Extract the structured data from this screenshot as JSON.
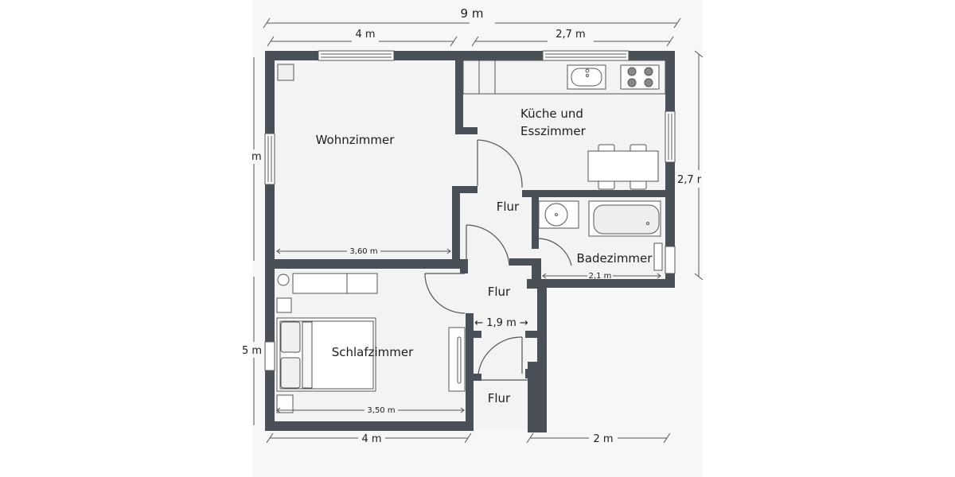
{
  "plan": {
    "rooms": {
      "wohnzimmer": "Wohnzimmer",
      "kueche_line1": "Küche und",
      "kueche_line2": "Esszimmer",
      "flur_1": "Flur",
      "flur_2": "Flur",
      "flur_3": "Flur",
      "badezimmer": "Badezimmer",
      "schlafzimmer": "Schlafzimmer"
    },
    "dimensions": {
      "total_width_top": "9 m",
      "top_left": "4 m",
      "top_right": "2,7 m",
      "left_upper": "m",
      "left_lower": "5 m",
      "right": "2,7 r",
      "bottom_left": "4 m",
      "bottom_right": "2 m",
      "wohnzimmer_inner": "3,60 m",
      "schlafzimmer_inner": "3,50 m",
      "bad_inner": "2,1 m",
      "flur_width": "← 1,9 m →"
    },
    "colors": {
      "wall": "#4a5058",
      "floor": "#f3f3f3",
      "line": "#555555",
      "text": "#1e1e1e"
    }
  }
}
